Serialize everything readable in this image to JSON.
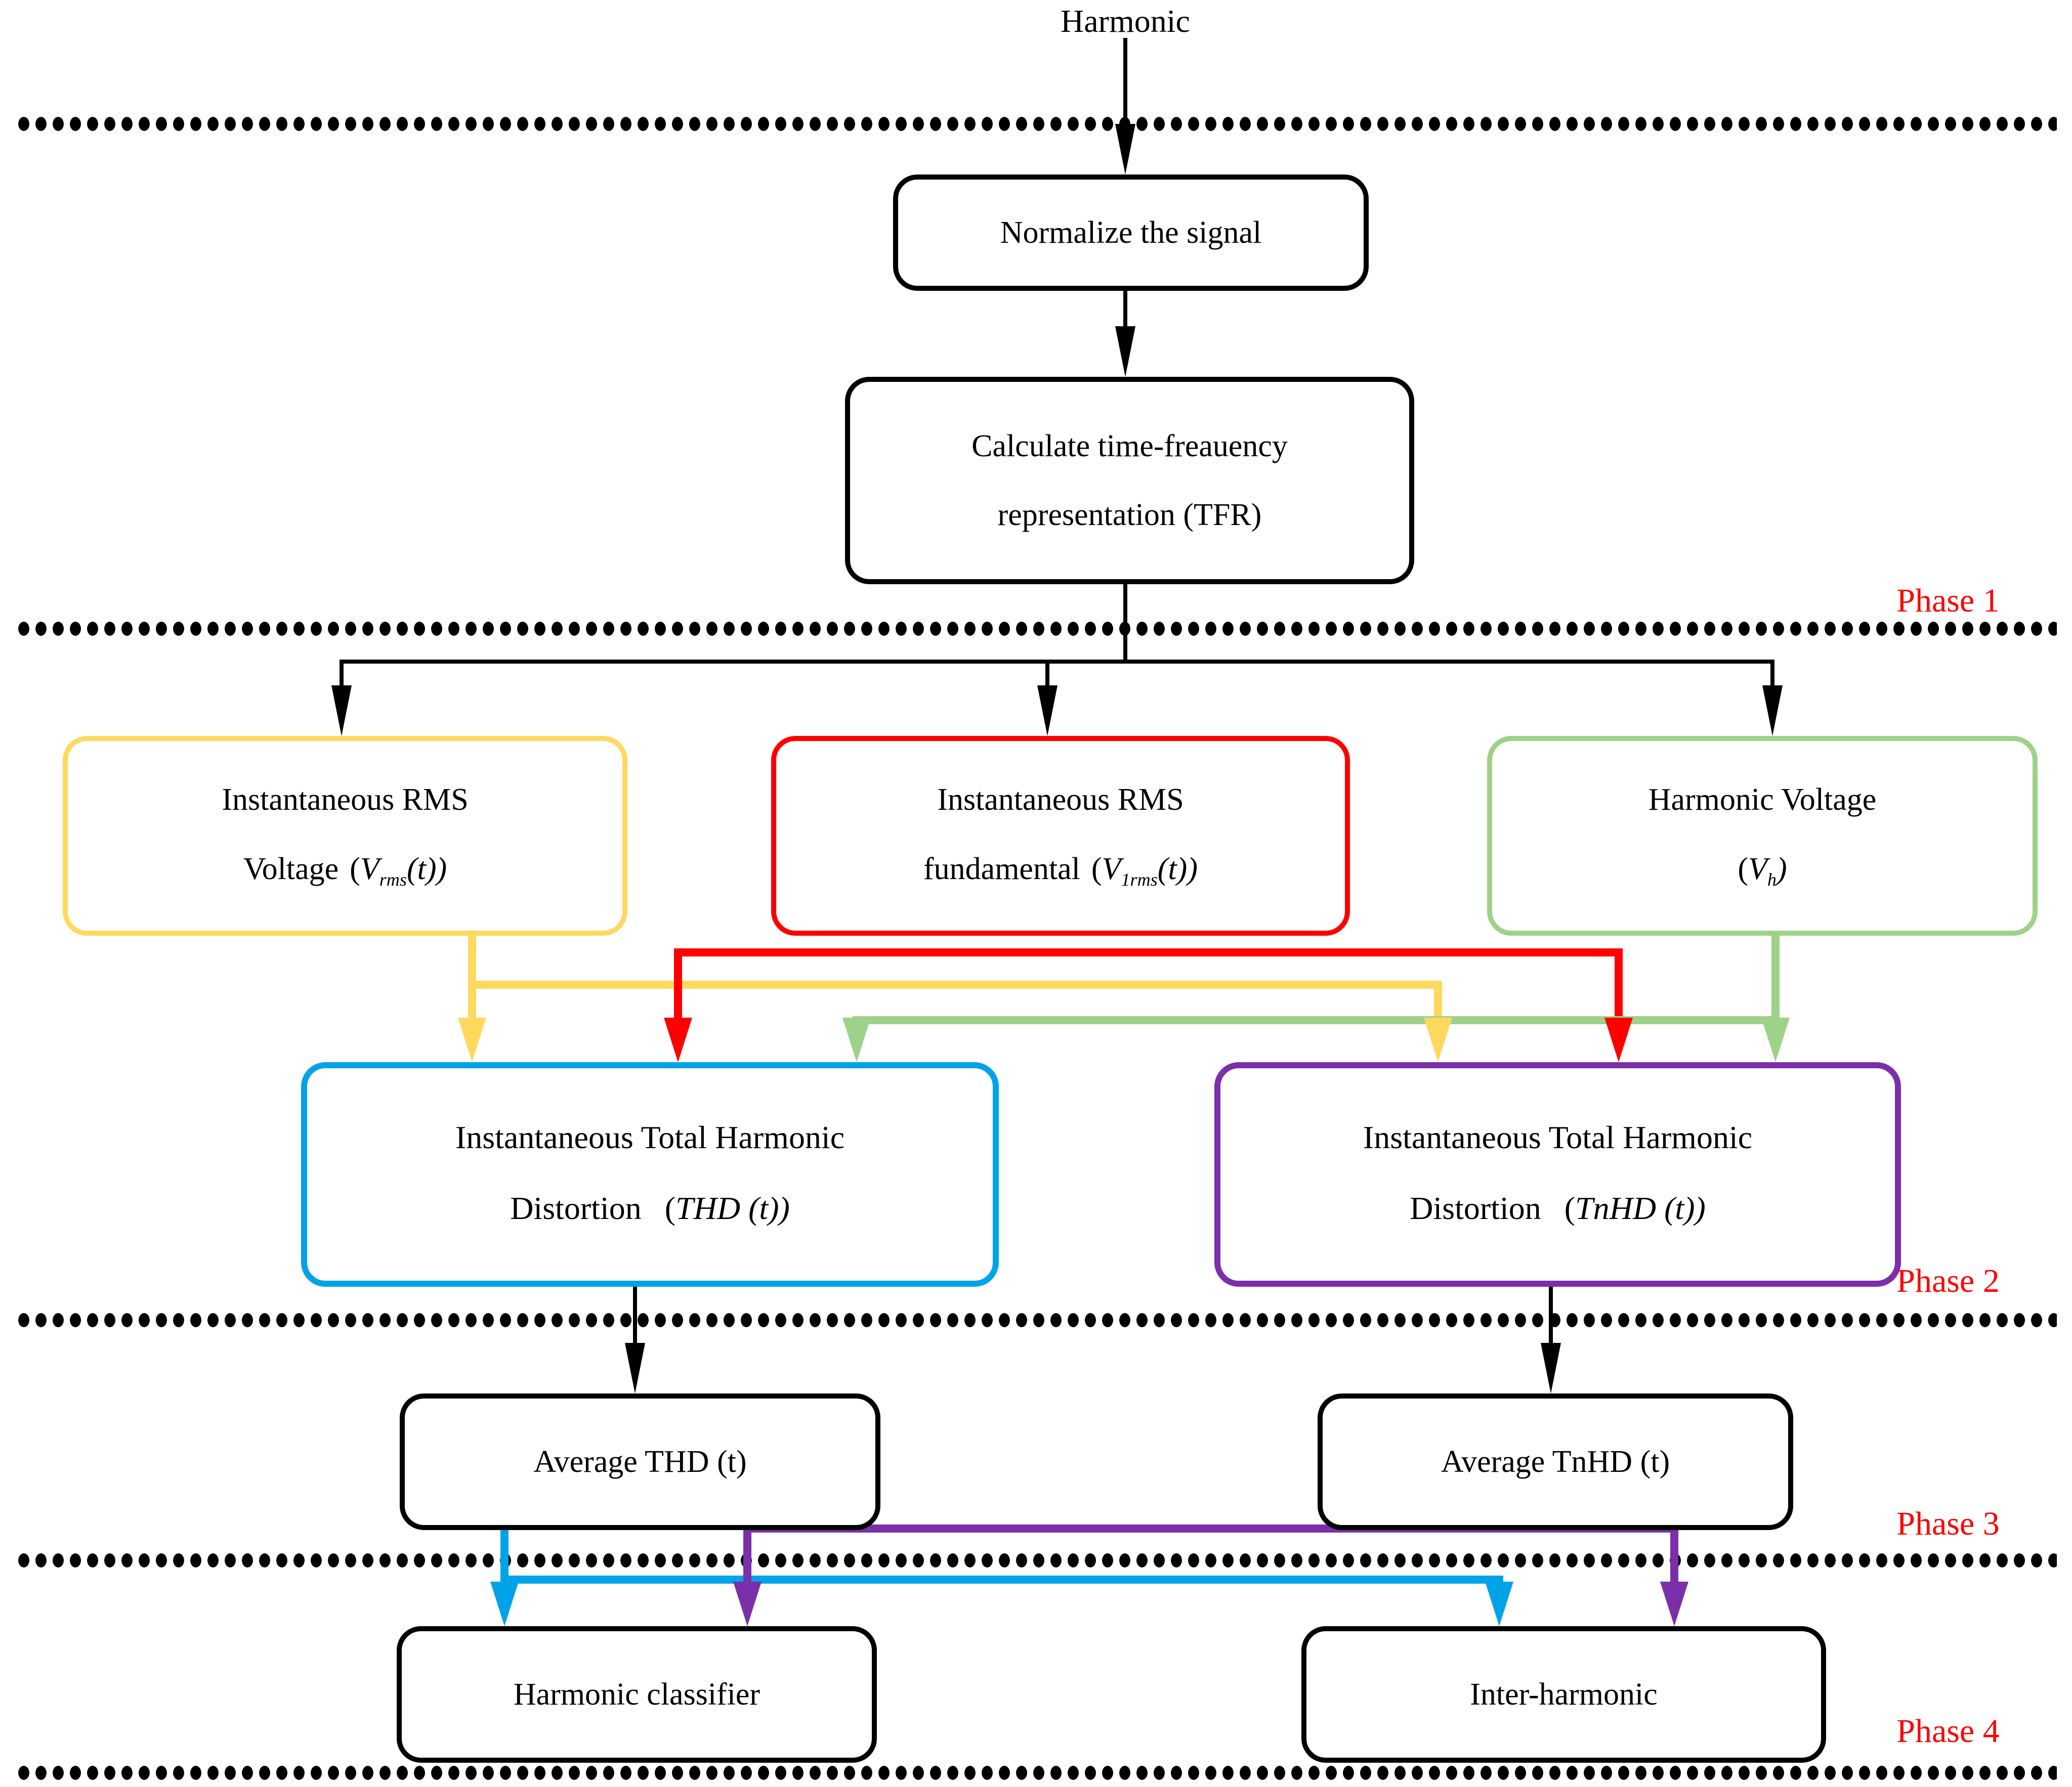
{
  "colors": {
    "yellow": "#FFD95E",
    "red": "#FF0000",
    "green": "#9ED189",
    "cyan": "#00A3E8",
    "purple": "#7B2FA8"
  },
  "header": {
    "title": "Harmonic"
  },
  "phase_labels": [
    {
      "label": "Phase 1"
    },
    {
      "label": "Phase 2"
    },
    {
      "label": "Phase 3"
    },
    {
      "label": "Phase 4"
    }
  ],
  "boxes": {
    "normalize": {
      "label": "Normalize the signal"
    },
    "tfr": {
      "line1": "Calculate time-freauency",
      "line2": "representation (TFR)"
    },
    "rms_voltage": {
      "line1": "Instantaneous RMS",
      "line2": "Voltage",
      "formula": {
        "open": "(",
        "var": "V",
        "sub": "rms",
        "tail": "(t))"
      }
    },
    "rms_fundamental": {
      "line1": "Instantaneous RMS",
      "line2": "fundamental",
      "formula": {
        "open": "(",
        "var": "V",
        "sub": "1rms",
        "tail": "(t))"
      }
    },
    "harmonic_voltage": {
      "line1": "Harmonic Voltage",
      "formula": {
        "open": "(",
        "var": "V",
        "sub": "h",
        "tail": ")"
      }
    },
    "thd": {
      "line1": "Instantaneous Total Harmonic",
      "line2": "Distortion",
      "formula": {
        "open": "(",
        "var": "THD",
        "sub": "",
        "tail": " (t))"
      }
    },
    "tnhd": {
      "line1": "Instantaneous Total Harmonic",
      "line2": "Distortion",
      "formula": {
        "open": "(",
        "var": "TnHD",
        "sub": "",
        "tail": " (t))"
      }
    },
    "avg_thd": {
      "label": "Average THD (t)"
    },
    "avg_tnhd": {
      "label": "Average TnHD (t)"
    },
    "harmonic_classifier": {
      "label": "Harmonic classifier"
    },
    "inter_harmonic": {
      "label": "Inter-harmonic"
    }
  }
}
